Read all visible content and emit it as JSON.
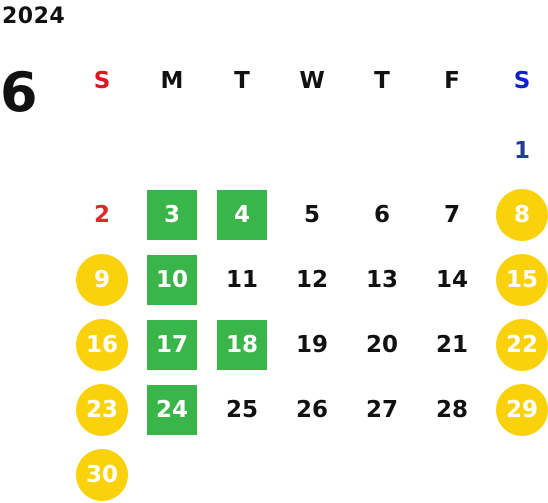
{
  "calendar": {
    "year": "2024",
    "month": "6",
    "weekdays": [
      "S",
      "M",
      "T",
      "W",
      "T",
      "F",
      "S"
    ],
    "weekday_colors": [
      "#e4141c",
      "#111111",
      "#111111",
      "#111111",
      "#111111",
      "#111111",
      "#1122cc"
    ],
    "colors": {
      "text": "#111111",
      "sunday": "#e0282a",
      "saturday": "#1e3e9a",
      "holiday_circle": "#f9d20c",
      "green_square": "#3ab54a",
      "highlight_text": "#ffffff"
    },
    "days": [
      {
        "d": "1",
        "col": 6,
        "row": 0,
        "style": "saturday"
      },
      {
        "d": "2",
        "col": 0,
        "row": 1,
        "style": "sunday"
      },
      {
        "d": "3",
        "col": 1,
        "row": 1,
        "style": "green"
      },
      {
        "d": "4",
        "col": 2,
        "row": 1,
        "style": "green"
      },
      {
        "d": "5",
        "col": 3,
        "row": 1,
        "style": "plain"
      },
      {
        "d": "6",
        "col": 4,
        "row": 1,
        "style": "plain"
      },
      {
        "d": "7",
        "col": 5,
        "row": 1,
        "style": "plain"
      },
      {
        "d": "8",
        "col": 6,
        "row": 1,
        "style": "yellow"
      },
      {
        "d": "9",
        "col": 0,
        "row": 2,
        "style": "yellow"
      },
      {
        "d": "10",
        "col": 1,
        "row": 2,
        "style": "green"
      },
      {
        "d": "11",
        "col": 2,
        "row": 2,
        "style": "plain"
      },
      {
        "d": "12",
        "col": 3,
        "row": 2,
        "style": "plain"
      },
      {
        "d": "13",
        "col": 4,
        "row": 2,
        "style": "plain"
      },
      {
        "d": "14",
        "col": 5,
        "row": 2,
        "style": "plain"
      },
      {
        "d": "15",
        "col": 6,
        "row": 2,
        "style": "yellow"
      },
      {
        "d": "16",
        "col": 0,
        "row": 3,
        "style": "yellow"
      },
      {
        "d": "17",
        "col": 1,
        "row": 3,
        "style": "green"
      },
      {
        "d": "18",
        "col": 2,
        "row": 3,
        "style": "green"
      },
      {
        "d": "19",
        "col": 3,
        "row": 3,
        "style": "plain"
      },
      {
        "d": "20",
        "col": 4,
        "row": 3,
        "style": "plain"
      },
      {
        "d": "21",
        "col": 5,
        "row": 3,
        "style": "plain"
      },
      {
        "d": "22",
        "col": 6,
        "row": 3,
        "style": "yellow"
      },
      {
        "d": "23",
        "col": 0,
        "row": 4,
        "style": "yellow"
      },
      {
        "d": "24",
        "col": 1,
        "row": 4,
        "style": "green"
      },
      {
        "d": "25",
        "col": 2,
        "row": 4,
        "style": "plain"
      },
      {
        "d": "26",
        "col": 3,
        "row": 4,
        "style": "plain"
      },
      {
        "d": "27",
        "col": 4,
        "row": 4,
        "style": "plain"
      },
      {
        "d": "28",
        "col": 5,
        "row": 4,
        "style": "plain"
      },
      {
        "d": "29",
        "col": 6,
        "row": 4,
        "style": "yellow"
      },
      {
        "d": "30",
        "col": 0,
        "row": 5,
        "style": "yellow"
      }
    ]
  }
}
